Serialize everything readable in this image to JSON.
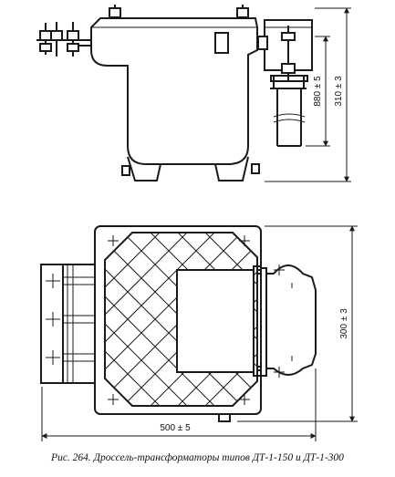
{
  "caption": "Рис. 264. Дроссель-трансформаторы типов ДТ-1-150 и ДТ-1-300",
  "dimensions": {
    "height_a": "880 ± 5",
    "height_b": "310 ± 3",
    "depth": "300 ± 3",
    "width": "500 ± 5"
  },
  "colors": {
    "ink": "#1a1a1a",
    "paper": "#ffffff"
  }
}
